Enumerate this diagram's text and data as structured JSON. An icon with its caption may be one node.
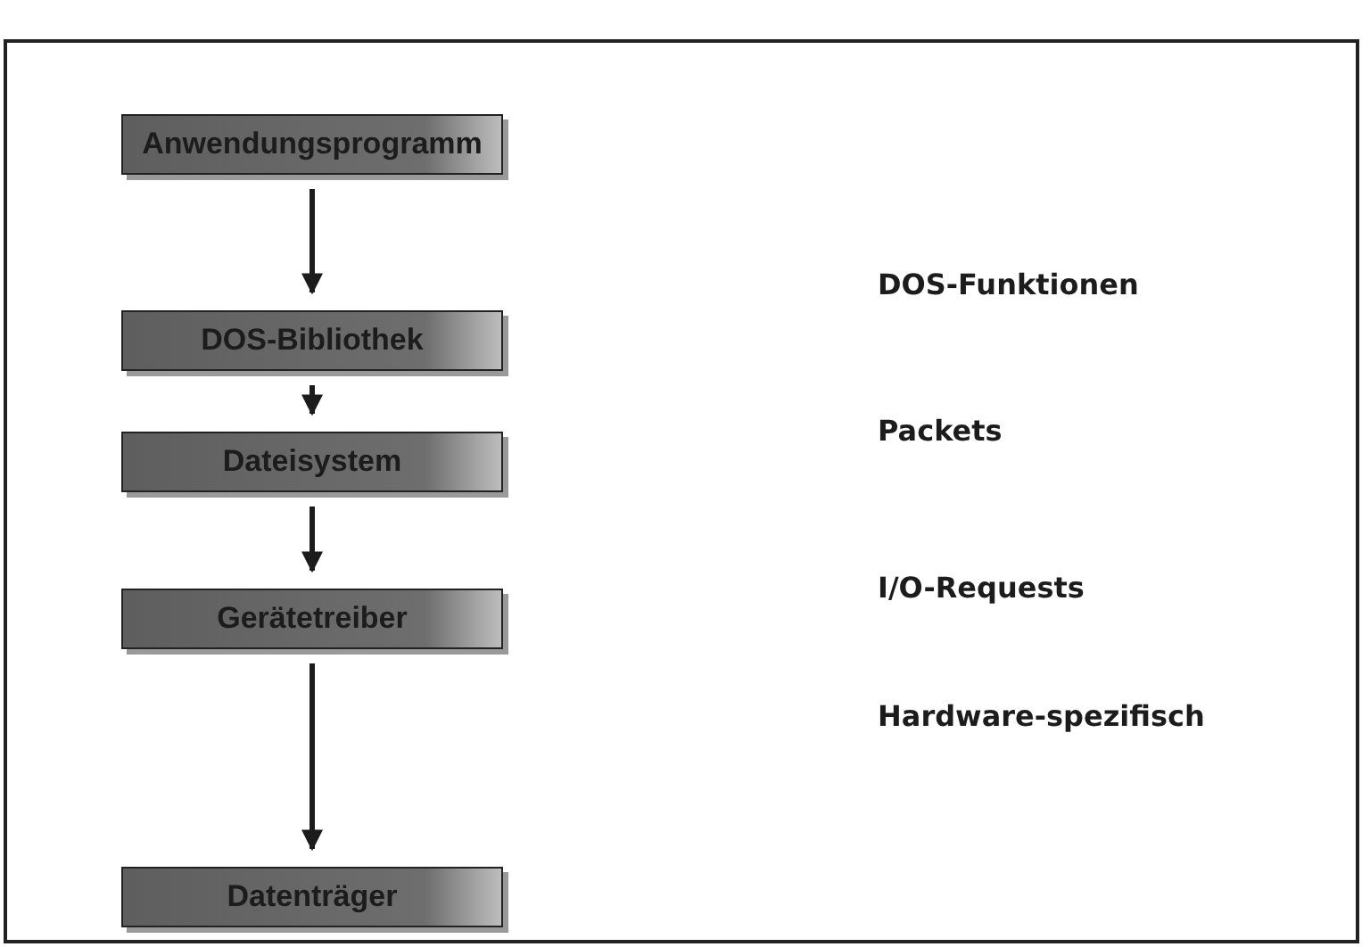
{
  "diagram": {
    "nodes": [
      {
        "text": [
          "Anwendungsprogramm"
        ]
      },
      {
        "text": [
          "DOS-Bibliothek"
        ]
      },
      {
        "text": [
          "Dateisystem"
        ]
      },
      {
        "text": [
          "Gerätetreiber"
        ]
      },
      {
        "text": [
          "Datenträger"
        ]
      }
    ],
    "edges": [
      {
        "from": 0,
        "to": 1,
        "arrow": "to"
      },
      {
        "from": 1,
        "to": 2,
        "arrow": "to"
      },
      {
        "from": 2,
        "to": 3,
        "arrow": "to"
      },
      {
        "from": 3,
        "to": 4,
        "arrow": "to"
      }
    ],
    "labels": [
      "DOS-Funktionen",
      "Packets",
      "I/O-Requests",
      "Hardware-spezifisch"
    ]
  }
}
